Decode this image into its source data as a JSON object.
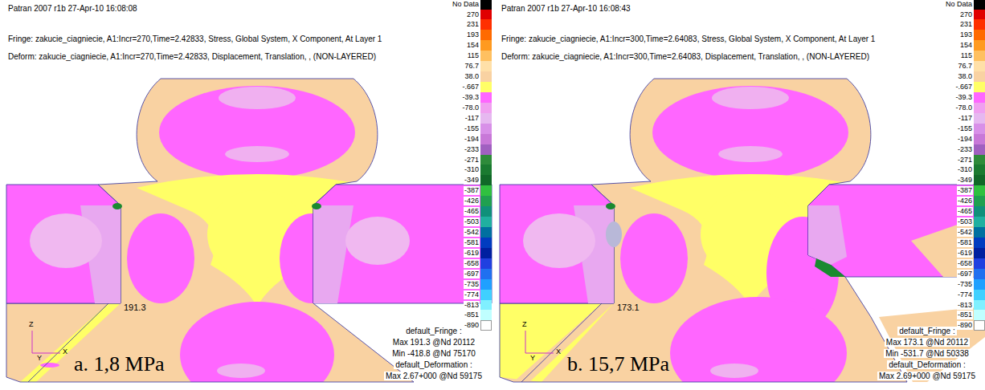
{
  "diagram": {
    "labels": [
      "Patran 2007 r1b 27-Apr-10 16:08:08",
      "Fringe: zakucie_ciagniecie, A1:Incr=270,Time=2.42833, Stress, Global System, X Component, At Layer 1",
      "Deform: zakucie_ciagniecie, A1:Incr=270,Time=2.42833, Displacement, Translation, , (NON-LAYERED)",
      "191.3",
      "Z",
      "Y",
      "X",
      "a. 1,8 MPa",
      "default_Fringe :",
      "Max 191.3 @Nd 20112",
      "Min -418.8 @Nd 75170",
      "default_Deformation :",
      "Max 2.67+000 @Nd 59175",
      "Patran 2007 r1b 27-Apr-10 16:08:43",
      "Fringe: zakucie_ciagniecie, A1:Incr=300,Time=2.64083, Stress, Global System, X Component, At Layer 1",
      "Deform: zakucie_ciagniecie, A1:Incr=300,Time=2.64083, Displacement, Translation, , (NON-LAYERED)",
      "173.1",
      "Z",
      "Y",
      "X",
      "b. 15,7 MPa",
      "default_Fringe :",
      "Max 173.1 @Nd 20112",
      "Min -531.7 @Nd 50338",
      "default_Deformation :",
      "Max 2.69+000 @Nd 59175"
    ],
    "legend": [
      {
        "text": "No Data",
        "color": "#000000"
      },
      {
        "text": "270",
        "color": "#e00000"
      },
      {
        "text": "231",
        "color": "#ff3000"
      },
      {
        "text": "193",
        "color": "#ff6a00"
      },
      {
        "text": "154",
        "color": "#ff9a20"
      },
      {
        "text": "115",
        "color": "#ffc060"
      },
      {
        "text": "76.7",
        "color": "#ffe0a8"
      },
      {
        "text": "38.0",
        "color": "#f9d2a2"
      },
      {
        "text": "-.667",
        "color": "#ffff66"
      },
      {
        "text": "-39.3",
        "color": "#ff66ff"
      },
      {
        "text": "-78.0",
        "color": "#f0a0f0"
      },
      {
        "text": "-117",
        "color": "#e6b8f0"
      },
      {
        "text": "-155",
        "color": "#d890e8"
      },
      {
        "text": "-194",
        "color": "#c878d8"
      },
      {
        "text": "-233",
        "color": "#a060c0"
      },
      {
        "text": "-271",
        "color": "#2e8b3a"
      },
      {
        "text": "-310",
        "color": "#1a7a30"
      },
      {
        "text": "-349",
        "color": "#106828"
      },
      {
        "text": "-387",
        "color": "#30c040"
      },
      {
        "text": "-426",
        "color": "#20a050"
      },
      {
        "text": "-465",
        "color": "#10907a"
      },
      {
        "text": "-503",
        "color": "#20b0a0"
      },
      {
        "text": "-542",
        "color": "#0070a0"
      },
      {
        "text": "-581",
        "color": "#003cc0"
      },
      {
        "text": "-619",
        "color": "#0020a0"
      },
      {
        "text": "-658",
        "color": "#2040e0"
      },
      {
        "text": "-697",
        "color": "#2070f0"
      },
      {
        "text": "-735",
        "color": "#20a0ff"
      },
      {
        "text": "-774",
        "color": "#40d0ff"
      },
      {
        "text": "-813",
        "color": "#80f0ff"
      },
      {
        "text": "-851",
        "color": "#c0ffff"
      },
      {
        "text": "-890",
        "color": "#ffffff"
      },
      {
        "text": "No Data",
        "color": "#000000"
      },
      {
        "text": "270",
        "color": "#e00000"
      },
      {
        "text": "231",
        "color": "#ff3000"
      },
      {
        "text": "193",
        "color": "#ff6a00"
      },
      {
        "text": "154",
        "color": "#ff9a20"
      },
      {
        "text": "115",
        "color": "#ffc060"
      },
      {
        "text": "76.7",
        "color": "#ffe0a8"
      },
      {
        "text": "38.0",
        "color": "#f9d2a2"
      },
      {
        "text": "-.667",
        "color": "#ffff66"
      },
      {
        "text": "-39.3",
        "color": "#ff66ff"
      },
      {
        "text": "-78.0",
        "color": "#f0a0f0"
      },
      {
        "text": "-117",
        "color": "#e6b8f0"
      },
      {
        "text": "-155",
        "color": "#d890e8"
      },
      {
        "text": "-194",
        "color": "#c878d8"
      },
      {
        "text": "-233",
        "color": "#a060c0"
      },
      {
        "text": "-271",
        "color": "#2e8b3a"
      },
      {
        "text": "-310",
        "color": "#1a7a30"
      },
      {
        "text": "-349",
        "color": "#106828"
      },
      {
        "text": "-387",
        "color": "#30c040"
      },
      {
        "text": "-426",
        "color": "#20a050"
      },
      {
        "text": "-465",
        "color": "#10907a"
      },
      {
        "text": "-503",
        "color": "#20b0a0"
      },
      {
        "text": "-542",
        "color": "#0070a0"
      },
      {
        "text": "-581",
        "color": "#003cc0"
      },
      {
        "text": "-619",
        "color": "#0020a0"
      },
      {
        "text": "-658",
        "color": "#2040e0"
      },
      {
        "text": "-697",
        "color": "#2070f0"
      },
      {
        "text": "-735",
        "color": "#20a0ff"
      },
      {
        "text": "-774",
        "color": "#40d0ff"
      },
      {
        "text": "-813",
        "color": "#80f0ff"
      },
      {
        "text": "-851",
        "color": "#c0ffff"
      },
      {
        "text": "-890",
        "color": "#ffffff"
      }
    ]
  }
}
